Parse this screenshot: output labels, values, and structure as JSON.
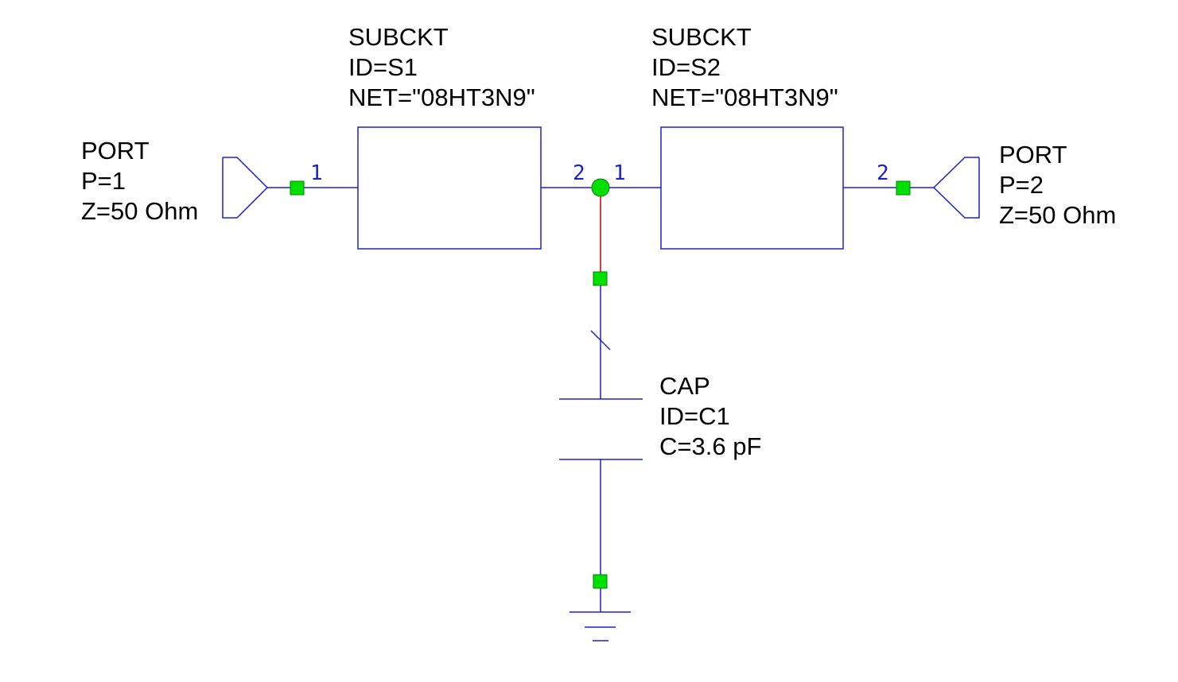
{
  "colors": {
    "wire": "#2020c8",
    "connected_wire": "#c80000",
    "node": "#00e000",
    "text": "#000000",
    "background": "#ffffff"
  },
  "port1": {
    "lines": [
      "PORT",
      "P=1",
      "Z=50 Ohm"
    ],
    "pin": "1"
  },
  "subckt1": {
    "lines": [
      "SUBCKT",
      "ID=S1",
      "NET=\"08HT3N9\""
    ],
    "pin_left": "1",
    "pin_right": "2"
  },
  "subckt2": {
    "lines": [
      "SUBCKT",
      "ID=S2",
      "NET=\"08HT3N9\""
    ],
    "pin_left": "1",
    "pin_right": "2"
  },
  "port2": {
    "lines": [
      "PORT",
      "P=2",
      "Z=50 Ohm"
    ]
  },
  "cap": {
    "lines": [
      "CAP",
      "ID=C1",
      "C=3.6 pF"
    ]
  }
}
